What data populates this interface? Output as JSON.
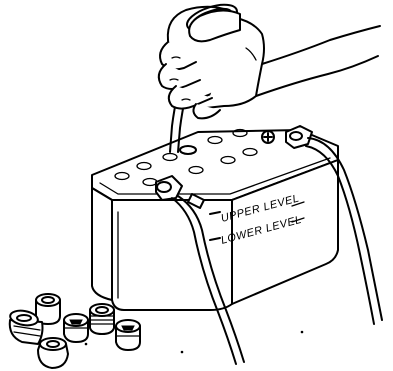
{
  "labels": {
    "upper_level": "UPPER LEVEL",
    "lower_level": "LOWER LEVEL"
  },
  "figure": {
    "subject": "battery",
    "parts": [
      "hand",
      "squeeze-bottle",
      "battery-case",
      "battery-cables",
      "vent-caps"
    ]
  }
}
